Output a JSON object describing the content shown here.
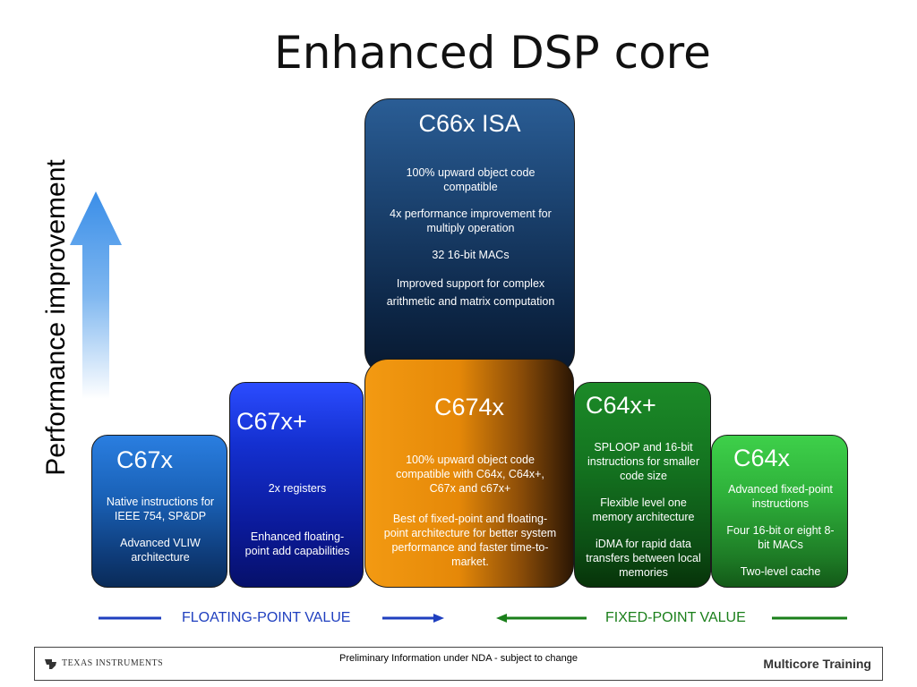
{
  "title": "Enhanced DSP core",
  "y_axis_label": "Performance improvement",
  "boxes": {
    "c66x": {
      "name": "C66x ISA",
      "lines": [
        "100% upward object code compatible",
        "4x performance improvement for multiply operation",
        "32 16-bit MACs",
        "Improved support for complex arithmetic and matrix computation"
      ],
      "color": "#1c4472"
    },
    "c674x": {
      "name": "C674x",
      "lines": [
        "100% upward object code compatible with C64x, C64x+, C67x and c67x+",
        "Best of fixed-point and floating-point architecture for better system performance and faster time-to-market."
      ],
      "color": "#f39a12"
    },
    "c67xplus": {
      "name": "C67x+",
      "lines": [
        "2x registers",
        "Enhanced floating-point add capabilities"
      ],
      "color": "#1430d0"
    },
    "c67x": {
      "name": "C67x",
      "lines": [
        "Native instructions for IEEE 754, SP&DP",
        "Advanced VLIW architecture"
      ],
      "color": "#1a62b8"
    },
    "c64xplus": {
      "name": "C64x+",
      "lines": [
        "SPLOOP and 16-bit instructions for smaller code size",
        "Flexible level one memory architecture",
        "iDMA for rapid data transfers between local memories"
      ],
      "color": "#147420"
    },
    "c64x": {
      "name": "C64x",
      "lines": [
        "Advanced fixed-point instructions",
        "Four 16-bit or eight 8-bit MACs",
        "Two-level cache"
      ],
      "color": "#2eb03a"
    }
  },
  "legend": {
    "floating": {
      "label": "FLOATING-POINT VALUE",
      "color": "#1f3fbf"
    },
    "fixed": {
      "label": "FIXED-POINT VALUE",
      "color": "#1a7f1a"
    }
  },
  "footer": {
    "notice": "Preliminary Information under NDA - subject to change",
    "company": "Texas Instruments",
    "training": "Multicore Training"
  }
}
